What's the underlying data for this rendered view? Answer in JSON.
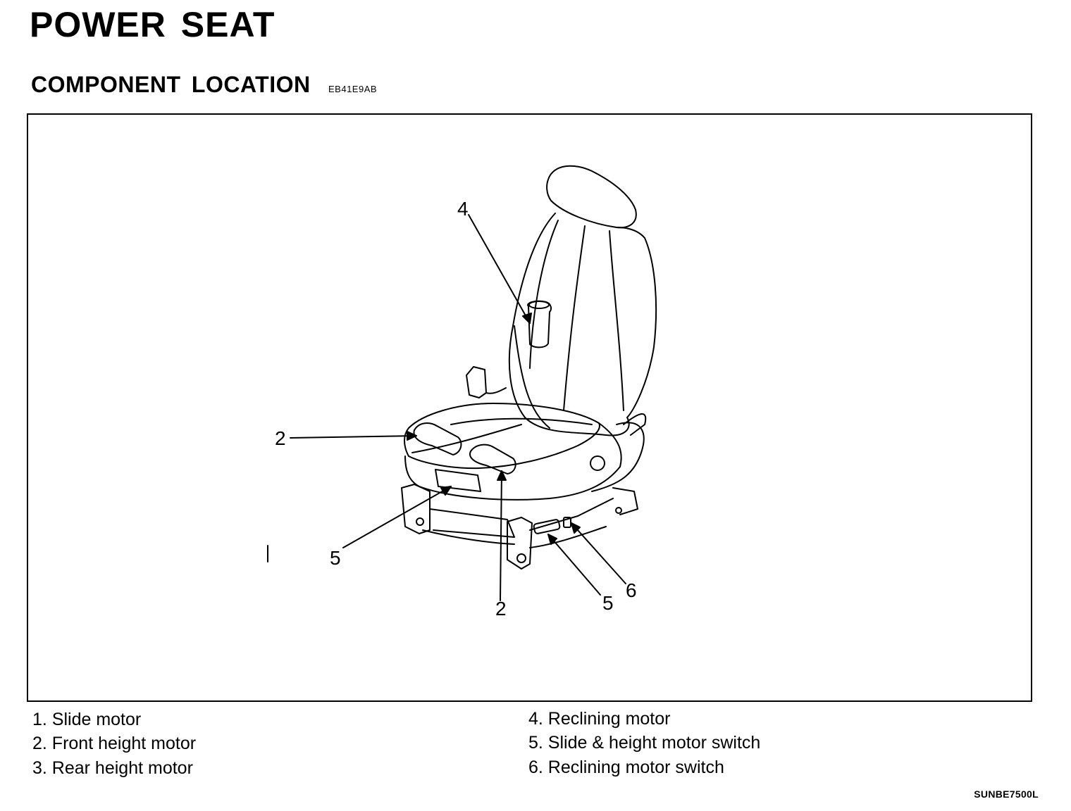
{
  "header": {
    "title": "POWER SEAT",
    "subtitle": "COMPONENT LOCATION",
    "code": "EB41E9AB"
  },
  "figure": {
    "callouts": [
      "4",
      "2",
      "5",
      "2",
      "5",
      "6"
    ],
    "figure_code": "SUNBE7500L"
  },
  "legend": {
    "left": [
      "1. Slide motor",
      "2. Front height motor",
      "3. Rear height motor"
    ],
    "right": [
      "4. Reclining motor",
      "5. Slide & height motor switch",
      "6. Reclining motor switch"
    ]
  }
}
